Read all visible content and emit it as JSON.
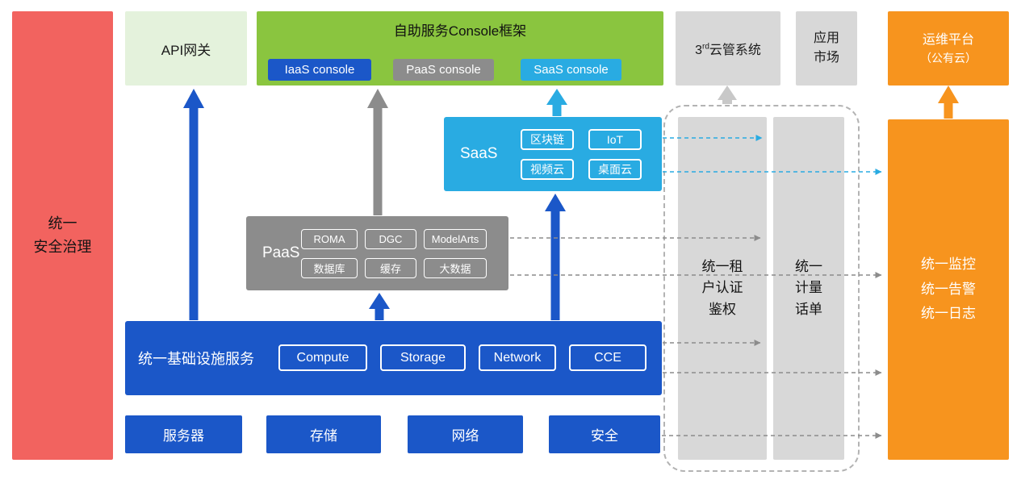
{
  "colors": {
    "red": "#F2635F",
    "pale_green": "#E4F2DC",
    "green": "#8AC53F",
    "deep_blue": "#1B57C8",
    "cyan": "#29ABE2",
    "gray": "#8C8C8C",
    "light_gray": "#D8D8D8",
    "orange": "#F7941E"
  },
  "security_panel": {
    "lines": [
      "统一",
      "安全治理"
    ]
  },
  "api_gateway": {
    "label": "API网关"
  },
  "console_frame": {
    "title": "自助服务Console框架",
    "buttons": [
      {
        "label": "IaaS console"
      },
      {
        "label": "PaaS console"
      },
      {
        "label": "SaaS console"
      }
    ]
  },
  "third_party": {
    "pre": "3",
    "sup": "rd",
    "post": "云管系统"
  },
  "app_market": {
    "lines": [
      "应用",
      "市场"
    ]
  },
  "ops_platform": {
    "lines": [
      "运维平台",
      "（公有云）"
    ]
  },
  "saas": {
    "label": "SaaS",
    "chips": [
      "区块链",
      "IoT",
      "视频云",
      "桌面云"
    ]
  },
  "paas": {
    "label": "PaaS",
    "chips": [
      "ROMA",
      "DGC",
      "ModelArts",
      "数据库",
      "缓存",
      "大数据"
    ]
  },
  "infra": {
    "label": "统一基础设施服务",
    "chips": [
      "Compute",
      "Storage",
      "Network",
      "CCE"
    ]
  },
  "resources": [
    "服务器",
    "存储",
    "网络",
    "安全"
  ],
  "auth_column": {
    "lines": [
      "统一租",
      "户认证",
      "鉴权"
    ]
  },
  "billing_column": {
    "lines": [
      "统一",
      "计量",
      "话单"
    ]
  },
  "monitor_panel": {
    "lines": [
      "统一监控",
      "统一告警",
      "统一日志"
    ]
  }
}
